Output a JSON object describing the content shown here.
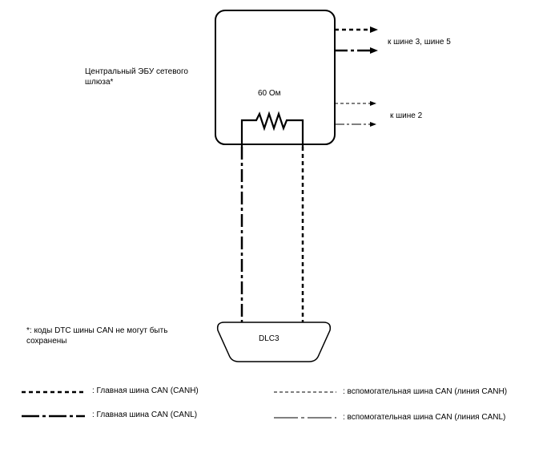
{
  "ecu": {
    "name_line1": "Центральный ЭБУ сетевого",
    "name_line2": "шлюза*",
    "resistor_label": "60 Ом"
  },
  "connector": {
    "label": "DLC3"
  },
  "outputs": {
    "bus_3_5": "к шине 3, шине 5",
    "bus_2": "к шине 2"
  },
  "footnote": {
    "line1": "*: коды DTC шины CAN не могут быть",
    "line2": "сохранены"
  },
  "legend": {
    "main_canh": ": Главная шина CAN (CANH)",
    "main_canl": ": Главная шина CAN (CANL)",
    "aux_canh": ": вспомогательная шина CAN (линия CANH)",
    "aux_canl": ": вспомогательная шина CAN (линия CANL)"
  }
}
